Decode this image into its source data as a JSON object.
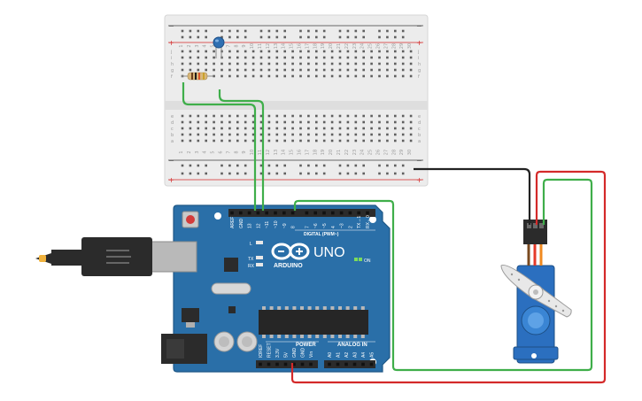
{
  "arduino": {
    "brand_text": "UNO",
    "logo_text": "ARDUINO",
    "digital_header": "DIGITAL (PWM~)",
    "power_header": "POWER",
    "analog_header": "ANALOG IN",
    "on_label": "ON",
    "led_label_l": "L",
    "led_label_tx": "TX",
    "led_label_rx": "RX",
    "top_pins": [
      "AREF",
      "GND",
      "13",
      "12",
      "~11",
      "~10",
      "~9",
      "8",
      "7",
      "~6",
      "~5",
      "4",
      "~3",
      "2",
      "TX→1",
      "RX←0"
    ],
    "power_pins": [
      "IOREF",
      "RESET",
      "3.3V",
      "5V",
      "GND",
      "GND",
      "Vin"
    ],
    "analog_pins": [
      "A0",
      "A1",
      "A2",
      "A3",
      "A4",
      "A5"
    ]
  },
  "breadboard": {
    "row_letters_top": [
      "j",
      "i",
      "h",
      "g",
      "f"
    ],
    "row_letters_bottom": [
      "e",
      "d",
      "c",
      "b",
      "a"
    ],
    "column_numbers": [
      "1",
      "2",
      "3",
      "4",
      "5",
      "6",
      "7",
      "8",
      "9",
      "10",
      "11",
      "12",
      "13",
      "14",
      "15",
      "16",
      "17",
      "18",
      "19",
      "20",
      "21",
      "22",
      "23",
      "24",
      "25",
      "26",
      "27",
      "28",
      "29",
      "30"
    ],
    "rail_plus": "+",
    "rail_minus": "−"
  },
  "wires": [
    {
      "name": "pin13-to-breadboard",
      "color": "#3fae4a"
    },
    {
      "name": "gnd-to-breadboard",
      "color": "#3fae4a"
    },
    {
      "name": "pin9-to-servo-signal",
      "color": "#3fae4a"
    },
    {
      "name": "5v-to-servo-power",
      "color": "#d42a2a"
    },
    {
      "name": "rail-gnd-to-servo",
      "color": "#222222"
    }
  ],
  "colors": {
    "board": "#2a6fa8",
    "wire_green": "#3fae4a",
    "wire_red": "#d42a2a",
    "wire_black": "#222222",
    "servo": "#2b6fbf"
  }
}
